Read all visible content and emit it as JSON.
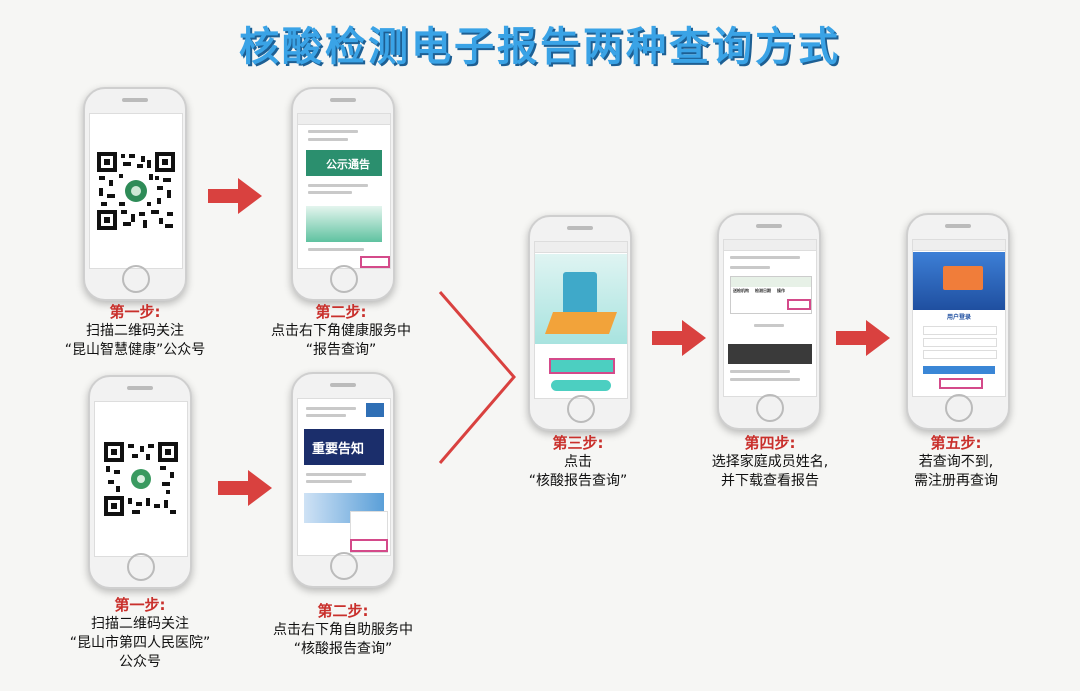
{
  "title": "核酸检测电子报告两种查询方式",
  "colors": {
    "title": "#3aa3e6",
    "arrow": "#d9413f",
    "step_header": "#c9302c",
    "highlight": "#d44a8a"
  },
  "steps": {
    "row1_step1": {
      "header": "第一步:",
      "line1": "扫描二维码关注",
      "line2": "“昆山智慧健康”公众号"
    },
    "row1_step2": {
      "header": "第二步:",
      "line1": "点击右下角健康服务中",
      "line2": "“报告查询”"
    },
    "row2_step1": {
      "header": "第一步:",
      "line1": "扫描二维码关注",
      "line2": "“昆山市第四人民医院”",
      "line3": "公众号"
    },
    "row2_step2": {
      "header": "第二步:",
      "line1": "点击右下角自助服务中",
      "line2": "“核酸报告查询”"
    },
    "step3": {
      "header": "第三步:",
      "line1": "点击",
      "line2": "“核酸报告查询”"
    },
    "step4": {
      "header": "第四步:",
      "line1": "选择家庭成员姓名,",
      "line2": "并下载查看报告"
    },
    "step5": {
      "header": "第五步:",
      "line1": "若查询不到,",
      "line2": "需注册再查询"
    }
  },
  "screens": {
    "notice_banner": "公示通告",
    "important_banner": "重要告知",
    "login_title": "用户登录",
    "report_columns": [
      "送检机构",
      "检测日期",
      "操作"
    ]
  },
  "icons": [
    "qr-code",
    "arrow-right",
    "chevron-right",
    "phone-frame"
  ]
}
